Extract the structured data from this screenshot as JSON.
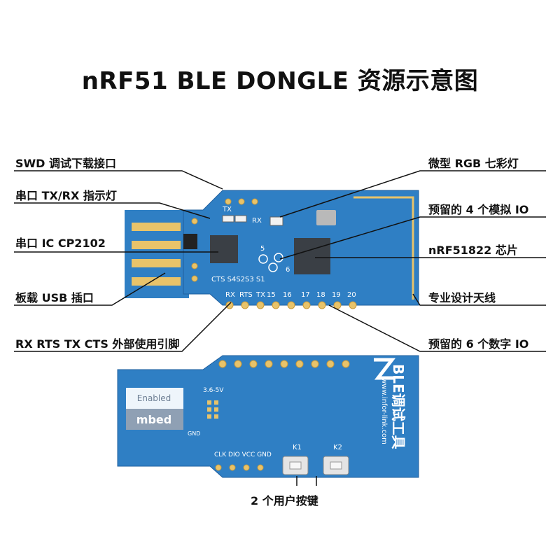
{
  "title": "nRF51 BLE DONGLE 资源示意图",
  "labels": {
    "swd": "SWD 调试下载接口",
    "uart_led": "串口 TX/RX 指示灯",
    "cp2102": "串口 IC CP2102",
    "usb": "板载 USB 插口",
    "pins_ext": "RX RTS TX CTS 外部使用引脚",
    "rgb": "微型 RGB 七彩灯",
    "analog": "预留的 4 个模拟 IO",
    "nrf": "nRF51822 芯片",
    "antenna": "专业设计天线",
    "digital": "预留的 6 个数字 IO",
    "buttons": "2 个用户按键"
  },
  "silk_front": {
    "tx": "TX",
    "rx": "RX",
    "switches": "CTS S4S2S3 S1",
    "pins": [
      "RX",
      "RTS",
      "TX",
      "17",
      "18",
      "19",
      "20"
    ],
    "pin_15": "15",
    "pin_16": "16",
    "n5": "5",
    "n6": "6"
  },
  "silk_back": {
    "logo_top": "Enabled",
    "logo_bottom": "mbed",
    "voltage": "3.6-5V",
    "gnd": "GND",
    "debug_pins": "CLK DIO VCC GND",
    "k1": "K1",
    "k2": "K2",
    "brand": "BLE调试工具",
    "url": "www.infor-link.com"
  },
  "colors": {
    "pcb": "#2f7fc4",
    "pcb_dark": "#1f5f9e",
    "pad": "#e8c36a",
    "line": "#111111"
  }
}
